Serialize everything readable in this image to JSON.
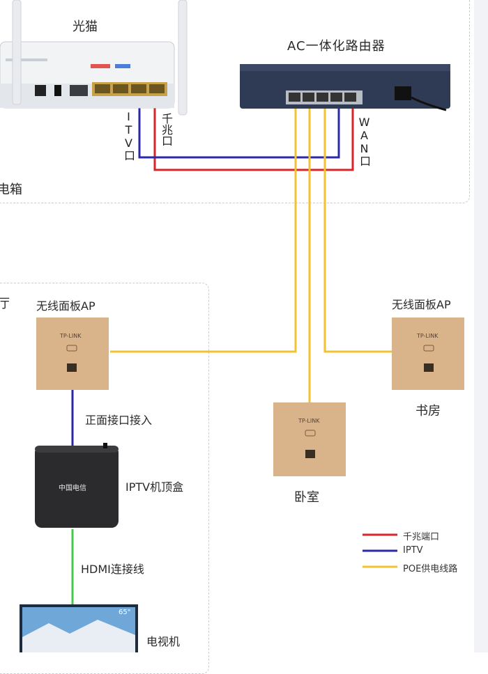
{
  "labels": {
    "modem": "光猫",
    "router": "AC一体化路由器",
    "iptv_port": "ITV口",
    "gigabit_port": "千兆口",
    "wan_port": "WAN口",
    "cabinet": "电箱",
    "living_room": "厅",
    "ap_left": "无线面板AP",
    "ap_right": "无线面板AP",
    "front_port": "正面接口接入",
    "stb": "IPTV机顶盒",
    "hdmi": "HDMI连接线",
    "tv": "电视机",
    "bedroom": "卧室",
    "study": "书房",
    "ap_brand": "TP-LINK",
    "stb_brand": "中国电信",
    "tv_size": "65\""
  },
  "legend": [
    {
      "label": "千兆端口",
      "color": "#d7262b"
    },
    {
      "label": "IPTV",
      "color": "#2a2aa8"
    },
    {
      "label": "POE供电线路",
      "color": "#f2c230"
    }
  ],
  "colors": {
    "gigabit": "#d7262b",
    "iptv": "#2a2aa8",
    "poe": "#f2c230",
    "hdmi": "#46c84a",
    "panel_gold": "#d9b48a",
    "router_body": "#2f3a55"
  }
}
